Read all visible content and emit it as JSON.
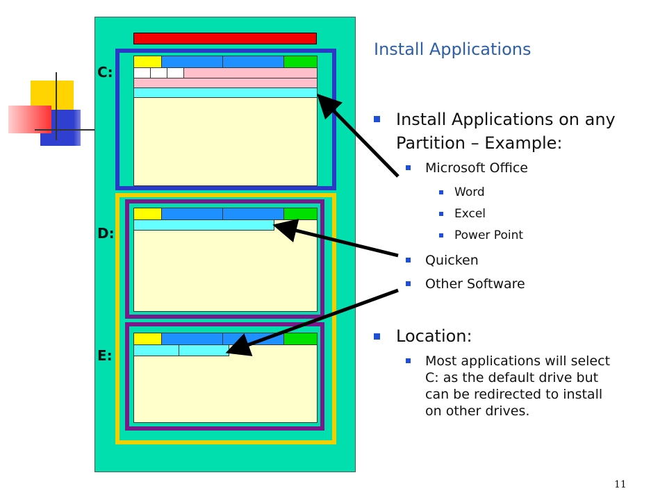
{
  "slide": {
    "title": "Install Applications",
    "page_number": "11"
  },
  "drives": {
    "c_label": "C:",
    "d_label": "D:",
    "e_label": "E:"
  },
  "content": {
    "bullet1": {
      "line1": "Install Applications on any",
      "line2": "Partition – Example:",
      "items": [
        {
          "label": "Microsoft Office",
          "children": [
            "Word",
            "Excel",
            "Power Point"
          ]
        },
        {
          "label": "Quicken"
        },
        {
          "label": "Other Software"
        }
      ]
    },
    "bullet2": {
      "label": "Location:",
      "sub_lines": [
        "Most applications will select",
        "C: as the default drive but",
        "can be redirected to install",
        "on other drives."
      ]
    }
  },
  "colors": {
    "panel": "#00dfad",
    "c_frame": "#2b39c7",
    "d_e_outer": "#f2d000",
    "d_e_frame": "#7a1a8a",
    "window": "#ffffcc",
    "bullet": "#1f4ed8",
    "title": "#2d5fa8"
  }
}
